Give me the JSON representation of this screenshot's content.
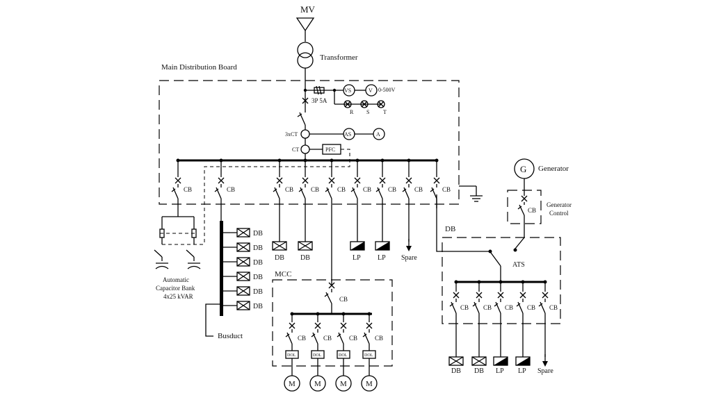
{
  "supply": {
    "mv_label": "MV",
    "transformer_label": "Transformer"
  },
  "mdb": {
    "title": "Main Distribution Board",
    "fuse_label": "3P 5A",
    "vs_label": "VS",
    "v_label": "V",
    "voltmeter_range": "0-500V",
    "phase_lamps": [
      "R",
      "S",
      "T"
    ],
    "ct3_label": "3xCT",
    "as_label": "AS",
    "a_label": "A",
    "ct_label": "CT",
    "pfc_label": "PFC",
    "cb": "CB"
  },
  "capacitor_bank": {
    "lines": [
      "Automatic",
      "Capacitor Bank",
      "4x25 kVAR"
    ]
  },
  "busduct": {
    "label": "Busduct",
    "db_label": "DB",
    "taps": 6
  },
  "outgoing_loads": [
    "DB",
    "DB",
    "LP",
    "LP",
    "Spare"
  ],
  "mcc": {
    "title": "MCC",
    "starter_label": "DOL",
    "motor_label": "M",
    "feeders": 4
  },
  "generator": {
    "label": "Generator",
    "symbol": "G",
    "control": [
      "Generator",
      "Control"
    ]
  },
  "db": {
    "title": "DB",
    "ats_label": "ATS",
    "loads": [
      "DB",
      "DB",
      "LP",
      "LP",
      "Spare"
    ]
  }
}
